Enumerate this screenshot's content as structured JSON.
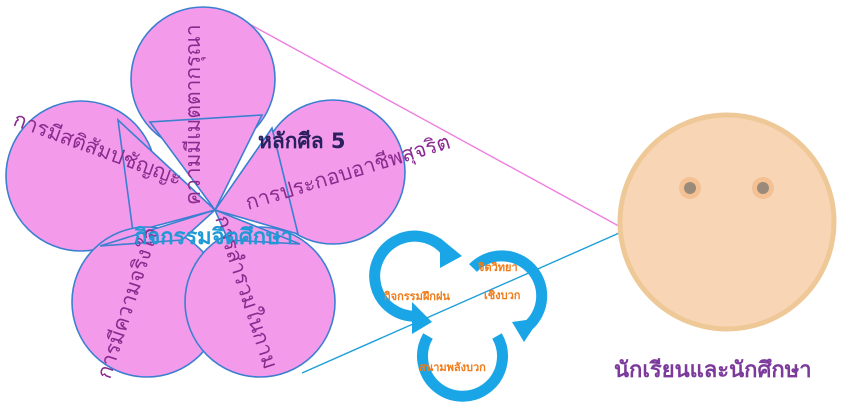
{
  "flower": {
    "center_title": "หลักศีล 5",
    "caption": "กิจกรรมจิตศึกษา",
    "petals": [
      "ความมีเมตตากรุณา",
      "การประกอบอาชีพสุจริต",
      "การสำรวมในกาม",
      "การมีความจริงใจ",
      "การมีสติสัมปชัญญะ"
    ],
    "colors": {
      "petal_fill": "#f39bea",
      "petal_stroke": "#3c7fd0",
      "petal_text": "#8a2a8f"
    }
  },
  "cycle": {
    "items": [
      "กิจกรรมฝึกฝน",
      "จิตวิทยา",
      "เชิงบวก",
      "สนามพลังบวก"
    ],
    "colors": {
      "arrow": "#1aa6e6",
      "text": "#f07c1a"
    }
  },
  "face": {
    "label": "นักเรียนและนักศึกษา",
    "colors": {
      "fill": "#f8d5b4",
      "outline": "#efc898"
    }
  }
}
